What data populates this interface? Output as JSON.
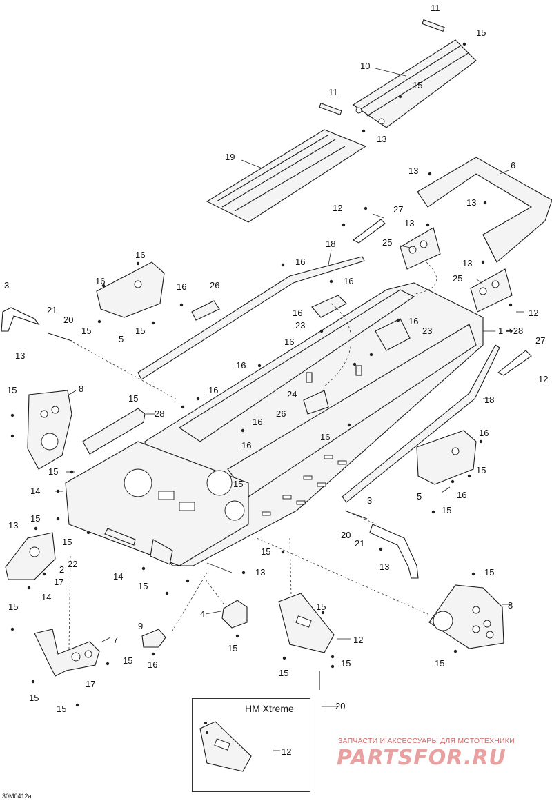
{
  "diagram": {
    "callouts": [
      {
        "id": "c11a",
        "text": "11"
      },
      {
        "id": "c15a",
        "text": "15"
      },
      {
        "id": "c10",
        "text": "10"
      },
      {
        "id": "c15b",
        "text": "15"
      },
      {
        "id": "c11b",
        "text": "11"
      },
      {
        "id": "c13a",
        "text": "13"
      },
      {
        "id": "c19",
        "text": "19"
      },
      {
        "id": "c13b",
        "text": "13"
      },
      {
        "id": "c6",
        "text": "6"
      },
      {
        "id": "c13c",
        "text": "13"
      },
      {
        "id": "c12a",
        "text": "12"
      },
      {
        "id": "c27a",
        "text": "27"
      },
      {
        "id": "c13d",
        "text": "13"
      },
      {
        "id": "c25a",
        "text": "25"
      },
      {
        "id": "c18a",
        "text": "18"
      },
      {
        "id": "c16a",
        "text": "16"
      },
      {
        "id": "c13e",
        "text": "13"
      },
      {
        "id": "c25b",
        "text": "25"
      },
      {
        "id": "c12b",
        "text": "12"
      },
      {
        "id": "c3a",
        "text": "3"
      },
      {
        "id": "c16b",
        "text": "16"
      },
      {
        "id": "c16c",
        "text": "16"
      },
      {
        "id": "c26a",
        "text": "26"
      },
      {
        "id": "c16d",
        "text": "16"
      },
      {
        "id": "c21a",
        "text": "21"
      },
      {
        "id": "c16e",
        "text": "16"
      },
      {
        "id": "c20a",
        "text": "20"
      },
      {
        "id": "c23a",
        "text": "23"
      },
      {
        "id": "c16f",
        "text": "16"
      },
      {
        "id": "c15c",
        "text": "15"
      },
      {
        "id": "c5a",
        "text": "5"
      },
      {
        "id": "c15d",
        "text": "15"
      },
      {
        "id": "c13f",
        "text": "13"
      },
      {
        "id": "c128",
        "text": "1 ➔28"
      },
      {
        "id": "c16g",
        "text": "16"
      },
      {
        "id": "c23b",
        "text": "23"
      },
      {
        "id": "c27b",
        "text": "27"
      },
      {
        "id": "c16h",
        "text": "16"
      },
      {
        "id": "c16i",
        "text": "16"
      },
      {
        "id": "c12c",
        "text": "12"
      },
      {
        "id": "c15e",
        "text": "15"
      },
      {
        "id": "c8a",
        "text": "8"
      },
      {
        "id": "c16j",
        "text": "16"
      },
      {
        "id": "c24",
        "text": "24"
      },
      {
        "id": "c18b",
        "text": "18"
      },
      {
        "id": "c15f",
        "text": "15"
      },
      {
        "id": "c28",
        "text": "28"
      },
      {
        "id": "c26b",
        "text": "26"
      },
      {
        "id": "c16k",
        "text": "16"
      },
      {
        "id": "c16l",
        "text": "16"
      },
      {
        "id": "c16m",
        "text": "16"
      },
      {
        "id": "c15g",
        "text": "15"
      },
      {
        "id": "c15h",
        "text": "15"
      },
      {
        "id": "c16n",
        "text": "16"
      },
      {
        "id": "c14a",
        "text": "14"
      },
      {
        "id": "c5b",
        "text": "5"
      },
      {
        "id": "c16o",
        "text": "16"
      },
      {
        "id": "c15i",
        "text": "15"
      },
      {
        "id": "c13g",
        "text": "13"
      },
      {
        "id": "c15j",
        "text": "15"
      },
      {
        "id": "c3b",
        "text": "3"
      },
      {
        "id": "c15k",
        "text": "15"
      },
      {
        "id": "c20b",
        "text": "20"
      },
      {
        "id": "c21b",
        "text": "21"
      },
      {
        "id": "c22",
        "text": "22"
      },
      {
        "id": "c2",
        "text": "2"
      },
      {
        "id": "c15l",
        "text": "15"
      },
      {
        "id": "c14b",
        "text": "14"
      },
      {
        "id": "c17a",
        "text": "17"
      },
      {
        "id": "c15m",
        "text": "15"
      },
      {
        "id": "c13h",
        "text": "13"
      },
      {
        "id": "c13i",
        "text": "13"
      },
      {
        "id": "c14c",
        "text": "14"
      },
      {
        "id": "c15n",
        "text": "15"
      },
      {
        "id": "c15o",
        "text": "15"
      },
      {
        "id": "c8b",
        "text": "8"
      },
      {
        "id": "c4",
        "text": "4"
      },
      {
        "id": "c15p",
        "text": "15"
      },
      {
        "id": "c9",
        "text": "9"
      },
      {
        "id": "c15q",
        "text": "15"
      },
      {
        "id": "c15r",
        "text": "15"
      },
      {
        "id": "c7",
        "text": "7"
      },
      {
        "id": "c16p",
        "text": "16"
      },
      {
        "id": "c15s",
        "text": "15"
      },
      {
        "id": "c12d",
        "text": "12"
      },
      {
        "id": "c15t",
        "text": "15"
      },
      {
        "id": "c15u",
        "text": "15"
      },
      {
        "id": "c15v",
        "text": "15"
      },
      {
        "id": "c17b",
        "text": "17"
      },
      {
        "id": "c15w",
        "text": "15"
      },
      {
        "id": "c20c",
        "text": "20"
      },
      {
        "id": "c15x",
        "text": "15"
      },
      {
        "id": "c12e",
        "text": "12"
      }
    ],
    "inset": {
      "title": "HM Xtreme"
    },
    "figure_code": "30M0412a"
  },
  "watermark": {
    "tagline": "ЗАПЧАСТИ И АКСЕССУАРЫ ДЛЯ МОТОТЕХНИКИ",
    "logo": "PARTSFOR.RU",
    "color": "#e9a0a0"
  }
}
